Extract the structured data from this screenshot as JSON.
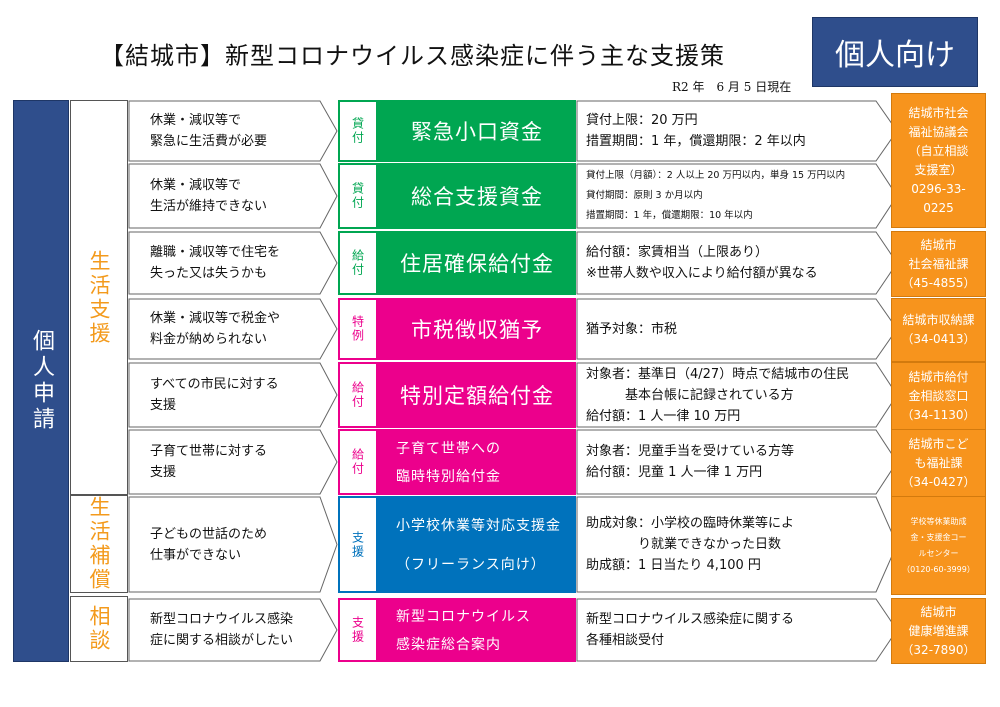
{
  "title": "【結城市】新型コロナウイルス感染症に伴う主な支援策",
  "badge": "個人向け",
  "date": "R2 年　6 月 5 日現在",
  "left_label": "個人申請",
  "categories": [
    {
      "label": "生活支援"
    },
    {
      "label": "生活補償"
    },
    {
      "label": "相談"
    }
  ],
  "rows": [
    {
      "situation": "休業・減収等で\n緊急に生活費が必要",
      "tag": "貸付",
      "program": "緊急小口資金",
      "color": "#00a651",
      "details": [
        "貸付上限：20 万円",
        "措置期間：1 年，償還期限：2 年以内"
      ]
    },
    {
      "situation": "休業・減収等で\n生活が維持できない",
      "tag": "貸付",
      "program": "総合支援資金",
      "color": "#00a651",
      "details": [
        "貸付上限（月額）：2 人以上 20 万円以内，単身 15 万円以内",
        "貸付期間：原則 3 か月以内",
        "措置期間：1 年，償還期限：10 年以内"
      ]
    },
    {
      "situation": "離職・減収等で住宅を\n失った又は失うかも",
      "tag": "給付",
      "program": "住居確保給付金",
      "color": "#00a651",
      "details": [
        "給付額：家賃相当（上限あり）",
        "※世帯人数や収入により給付額が異なる"
      ]
    },
    {
      "situation": "休業・減収等で税金や\n料金が納められない",
      "tag": "特例",
      "program": "市税徴収猶予",
      "color": "#ec008c",
      "details": [
        "猶予対象：市税"
      ]
    },
    {
      "situation": "すべての市民に対する\n支援",
      "tag": "給付",
      "program": "特別定額給付金",
      "color": "#ec008c",
      "details": [
        "対象者：基準日（4/27）時点で結城市の住民",
        "　　　基本台帳に記録されている方",
        "給付額：1 人一律 10 万円"
      ]
    },
    {
      "situation": "子育て世帯に対する\n支援",
      "tag": "給付",
      "program_lines": [
        "子育て世帯への",
        "臨時特別給付金"
      ],
      "color": "#ec008c",
      "details": [
        "対象者：児童手当を受けている方等",
        "給付額：児童 1 人一律 1 万円"
      ]
    },
    {
      "situation": "子どもの世話のため\n仕事ができない",
      "tag": "支援",
      "program_lines": [
        "小学校休業等対応支援金",
        "（フリーランス向け）"
      ],
      "color": "#0072bc",
      "details": [
        "助成対象：小学校の臨時休業等によ",
        "　　　　り就業できなかった日数",
        "助成額：1 日当たり 4,100 円"
      ]
    },
    {
      "situation": "新型コロナウイルス感染\n症に関する相談がしたい",
      "tag": "支援",
      "program_lines": [
        "新型コロナウイルス",
        "感染症総合案内"
      ],
      "color": "#ec008c",
      "details": [
        "新型コロナウイルス感染症に関する",
        "各種相談受付"
      ]
    }
  ],
  "contacts": [
    {
      "lines": [
        "結城市社会",
        "福祉協議会",
        "（自立相談",
        "支援室）",
        "0296-33-",
        "0225"
      ]
    },
    {
      "lines": [
        "結城市",
        "社会福祉課",
        "（45-4855）"
      ]
    },
    {
      "lines": [
        "結城市収納課",
        "（34-0413）"
      ]
    },
    {
      "lines": [
        "結城市給付",
        "金相談窓口",
        "（34-1130）"
      ]
    },
    {
      "lines": [
        "結城市こど",
        "も福祉課",
        "（34-0427）"
      ]
    },
    {
      "lines": [
        "学校等休業助成",
        "金・支援金コー",
        "ルセンター",
        "（0120-60-3999）"
      ]
    },
    {
      "lines": [
        "結城市",
        "健康増進課",
        "（32-7890）"
      ]
    }
  ]
}
